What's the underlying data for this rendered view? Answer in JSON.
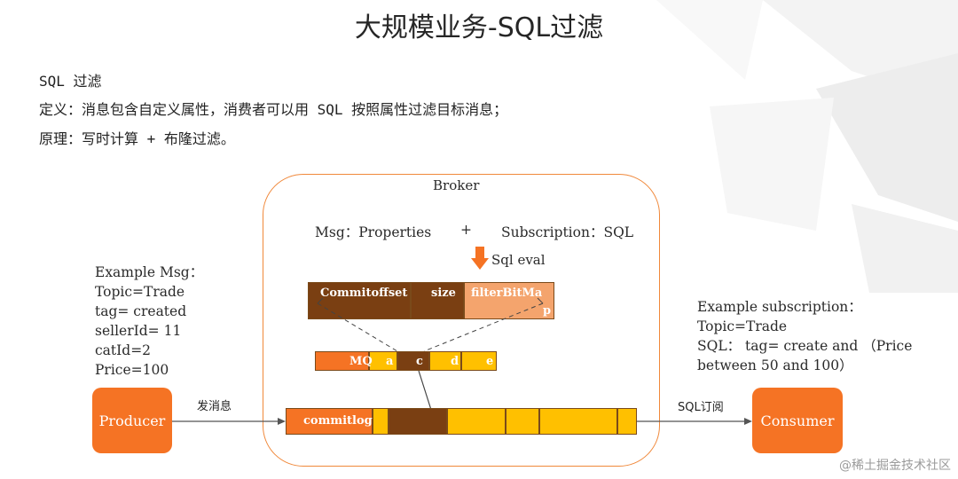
{
  "title": "大规模业务-SQL过滤",
  "intro": {
    "line1": "SQL 过滤",
    "line2": "定义：消息包含自定义属性，消费者可以用 SQL 按照属性过滤目标消息；",
    "line3": "原理：写时计算 + 布隆过滤。"
  },
  "broker": {
    "label": "Broker",
    "msg_props": "Msg：Properties",
    "plus": "+",
    "subscription": "Subscription：SQL",
    "sql_eval": "Sql eval",
    "index_row": {
      "commitoffset": "Commitoffset",
      "size": "size",
      "filter_line1": "filterBitMa",
      "filter_line2": "p"
    },
    "mq_row": {
      "mq": "MQ",
      "a": "a",
      "c": "c",
      "d": "d",
      "e": "e"
    },
    "commitlog": "commitlog"
  },
  "producer": {
    "label": "Producer",
    "arrow_label": "发消息",
    "example_title": "Example Msg：",
    "example_lines": [
      "Topic=Trade",
      "tag= created",
      "sellerId= 11",
      "catId=2",
      "Price=100"
    ]
  },
  "consumer": {
    "label": "Consumer",
    "arrow_label": "SQL订阅",
    "example_title": "Example subscription：",
    "example_lines": [
      "Topic=Trade",
      "SQL： tag= create and （Price",
      "between 50 and 100）"
    ]
  },
  "watermark": "@稀土掘金技术社区",
  "colors": {
    "accent_orange": "#f57324",
    "dark_brown": "#7a3f12",
    "light_salmon": "#f4a46d",
    "amber": "#ffc000",
    "broker_border": "#f0883a"
  }
}
